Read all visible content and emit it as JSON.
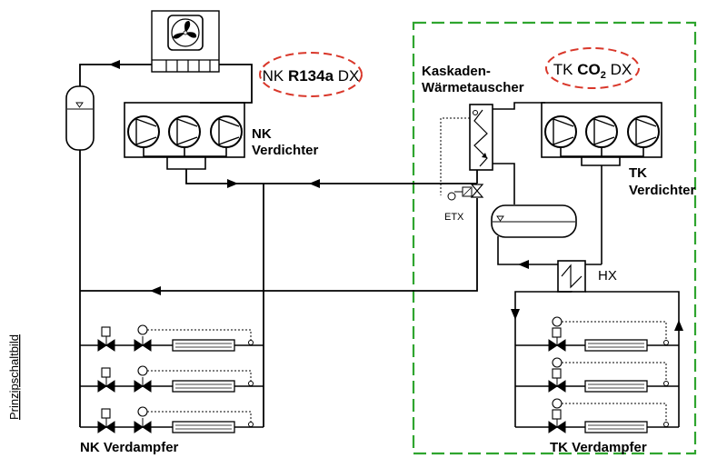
{
  "side_title": "Prinzipschaltbild",
  "nk": {
    "bubble": {
      "prefix": "NK ",
      "refrigerant": "R134a",
      "suffix": " DX"
    },
    "compressor_label": [
      "NK",
      "Verdichter"
    ],
    "evaporator_label": "NK Verdampfer"
  },
  "tk": {
    "bubble": {
      "prefix": "TK ",
      "refrigerant": "CO",
      "subscript": "2",
      "suffix": " DX"
    },
    "compressor_label": [
      "TK",
      "Verdichter"
    ],
    "evaporator_label": "TK Verdampfer"
  },
  "cascade_label": [
    "Kaskaden-",
    "Wärmetauscher"
  ],
  "etx_label": "ETX",
  "hx_label": "HX",
  "colors": {
    "line": "#000000",
    "nk_bubble": "#d9372a",
    "tk_boundary": "#2fa52f"
  }
}
